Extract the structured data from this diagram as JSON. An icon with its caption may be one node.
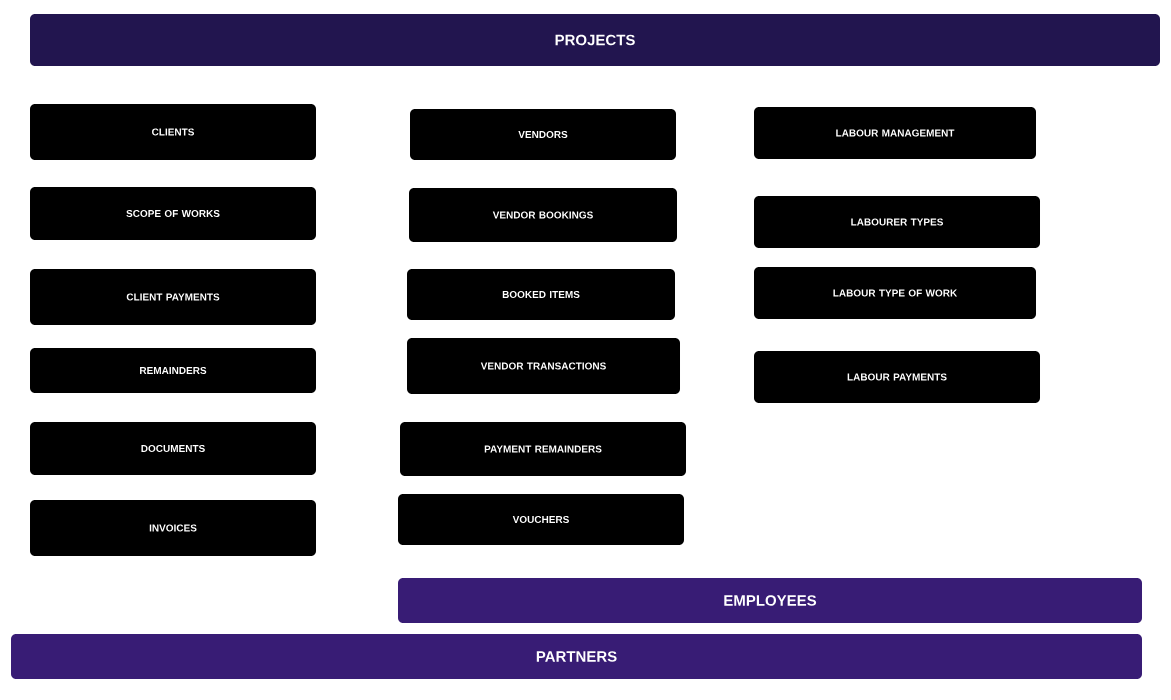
{
  "diagram": {
    "nodes": [
      {
        "text": [
          "PROJECTS"
        ]
      },
      {
        "text": [
          "CLIENTS"
        ]
      },
      {
        "text": [
          "SCOPE OF WORKS"
        ]
      },
      {
        "text": [
          "CLIENT PAYMENTS"
        ]
      },
      {
        "text": [
          "REMAINDERS"
        ]
      },
      {
        "text": [
          "DOCUMENTS"
        ]
      },
      {
        "text": [
          "INVOICES"
        ]
      },
      {
        "text": [
          "VENDORS"
        ]
      },
      {
        "text": [
          "VENDOR BOOKINGS"
        ]
      },
      {
        "text": [
          "BOOKED ITEMS"
        ]
      },
      {
        "text": [
          "VENDOR TRANSACTIONS"
        ]
      },
      {
        "text": [
          "PAYMENT REMAINDERS"
        ]
      },
      {
        "text": [
          "VOUCHERS"
        ]
      },
      {
        "text": [
          "LABOUR MANAGEMENT"
        ]
      },
      {
        "text": [
          "LABOURER TYPES"
        ]
      },
      {
        "text": [
          "LABOUR TYPE OF WORK"
        ]
      },
      {
        "text": [
          "LABOUR PAYMENTS"
        ]
      },
      {
        "text": [
          "EMPLOYEES"
        ]
      },
      {
        "text": [
          "PARTNERS"
        ]
      }
    ]
  }
}
